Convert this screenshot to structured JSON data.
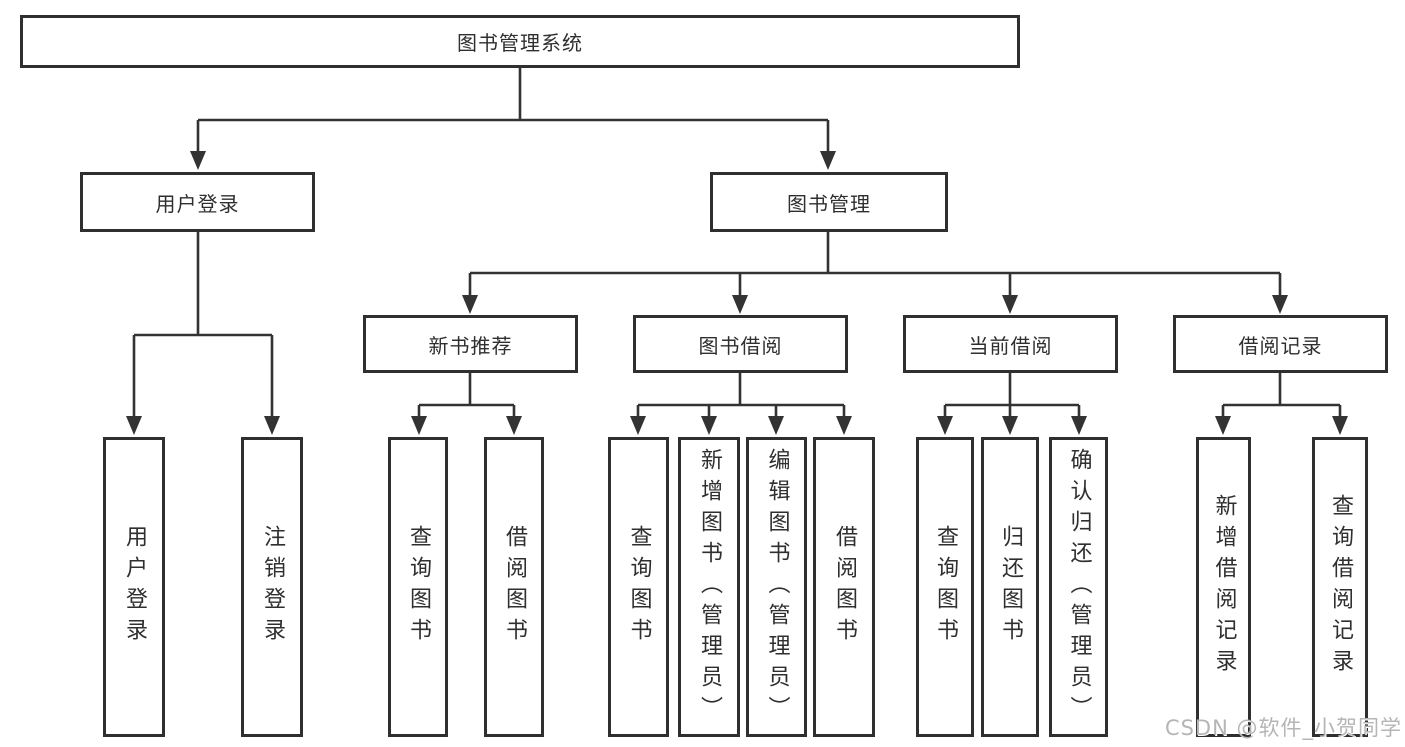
{
  "tree": {
    "root_label": "图书管理系统",
    "branches": [
      {
        "label": "用户登录",
        "children": [
          "用户登录",
          "注销登录"
        ]
      },
      {
        "label": "图书管理",
        "groups": [
          {
            "label": "新书推荐",
            "children": [
              "查询图书",
              "借阅图书"
            ]
          },
          {
            "label": "图书借阅",
            "children": [
              "查询图书",
              "新增图书（管理员）",
              "编辑图书（管理员）",
              "借阅图书"
            ]
          },
          {
            "label": "当前借阅",
            "children": [
              "查询图书",
              "归还图书",
              "确认归还（管理员）"
            ]
          },
          {
            "label": "借阅记录",
            "children": [
              "新增借阅记录",
              "查询借阅记录"
            ]
          }
        ]
      }
    ]
  },
  "watermark": {
    "text": "CSDN @软件_小贺同学"
  },
  "colors": {
    "line": "#333333",
    "box_border": "#2f2f2f",
    "text": "#2f2f2f",
    "background": "#ffffff",
    "watermark": "#b5b5b5"
  }
}
